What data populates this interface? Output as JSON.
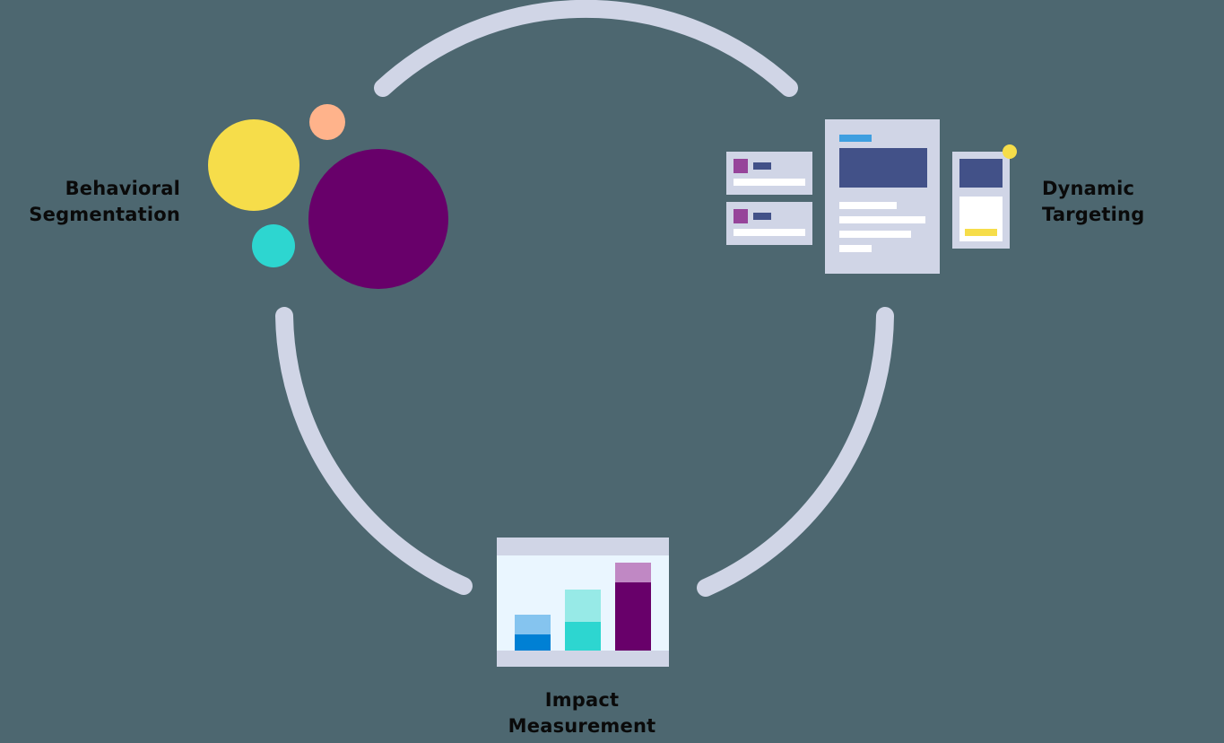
{
  "diagram": {
    "type": "cycle",
    "colors": {
      "background": "#4d6770",
      "ring": "#d0d5e6",
      "yellow": "#f6dd4a",
      "peach": "#ffb38b",
      "teal": "#2dd6d0",
      "purple": "#68006a",
      "navy": "#425188",
      "magenta": "#96449a",
      "blue": "#3f9fe0",
      "light_panel": "#eaf6ff"
    },
    "stages": [
      {
        "id": "behavioral-segmentation",
        "line1": "Behavioral",
        "line2": "Segmentation",
        "icon": "bubble-cluster-icon"
      },
      {
        "id": "dynamic-targeting",
        "line1": "Dynamic",
        "line2": "Targeting",
        "icon": "content-cards-icon"
      },
      {
        "id": "impact-measurement",
        "line1": "Impact",
        "line2": "Measurement",
        "icon": "bar-chart-icon"
      }
    ],
    "impact_chart": {
      "bars": [
        {
          "base_color": "#0080d4",
          "top_color": "#85c4ef"
        },
        {
          "base_color": "#2dd6d0",
          "top_color": "#97eae7"
        },
        {
          "base_color": "#68006a",
          "top_color": "#c088c4"
        }
      ]
    }
  }
}
